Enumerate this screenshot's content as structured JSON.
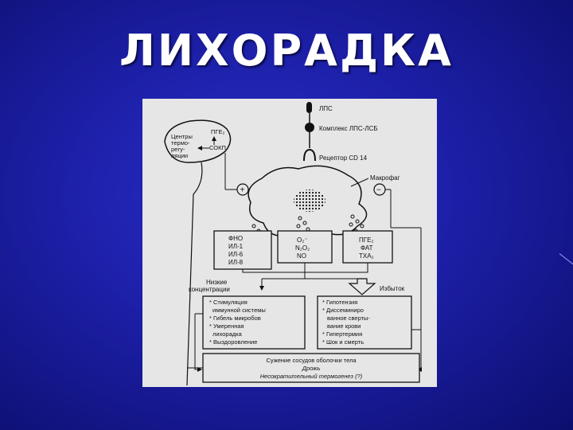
{
  "slide": {
    "title": "ЛИХОРАДКА"
  },
  "diagram": {
    "lps": "ЛПС",
    "complex": "Комплекс ЛПС-ЛСБ",
    "receptor": "Рецептор CD 14",
    "macrophage": "Макрофаг",
    "centers": [
      "Центры",
      "термо-",
      "регу-",
      "ляции"
    ],
    "pge2": "ПГЕ₂",
    "sokp": "СОКП",
    "plus": "+",
    "minus": "−",
    "box_cytokines": [
      "ФНО",
      "ИЛ-1",
      "ИЛ-6",
      "ИЛ-8"
    ],
    "box_oxygen": [
      "O₂⁻",
      "N₂O₂",
      "NO"
    ],
    "box_lipid": [
      "ПГЕ₂",
      "ФАТ",
      "ТХА₂"
    ],
    "low_conc": [
      "Низкие",
      "концентрации"
    ],
    "excess": "Избыток",
    "box_left": [
      "* Стимуляция",
      "иммунной системы",
      "* Гибель микробов",
      "* Умеренная",
      "лихорадка",
      "* Выздоровление"
    ],
    "box_right": [
      "* Гипотензия",
      "* Диссеминиро",
      "ванное сверты-",
      "вание крови",
      "* Гипертермия",
      "* Шок и смерть"
    ],
    "bottom": [
      "Сужение сосудов оболочки тела",
      "Дрожь",
      "Несократительный термогенез (?)"
    ]
  }
}
